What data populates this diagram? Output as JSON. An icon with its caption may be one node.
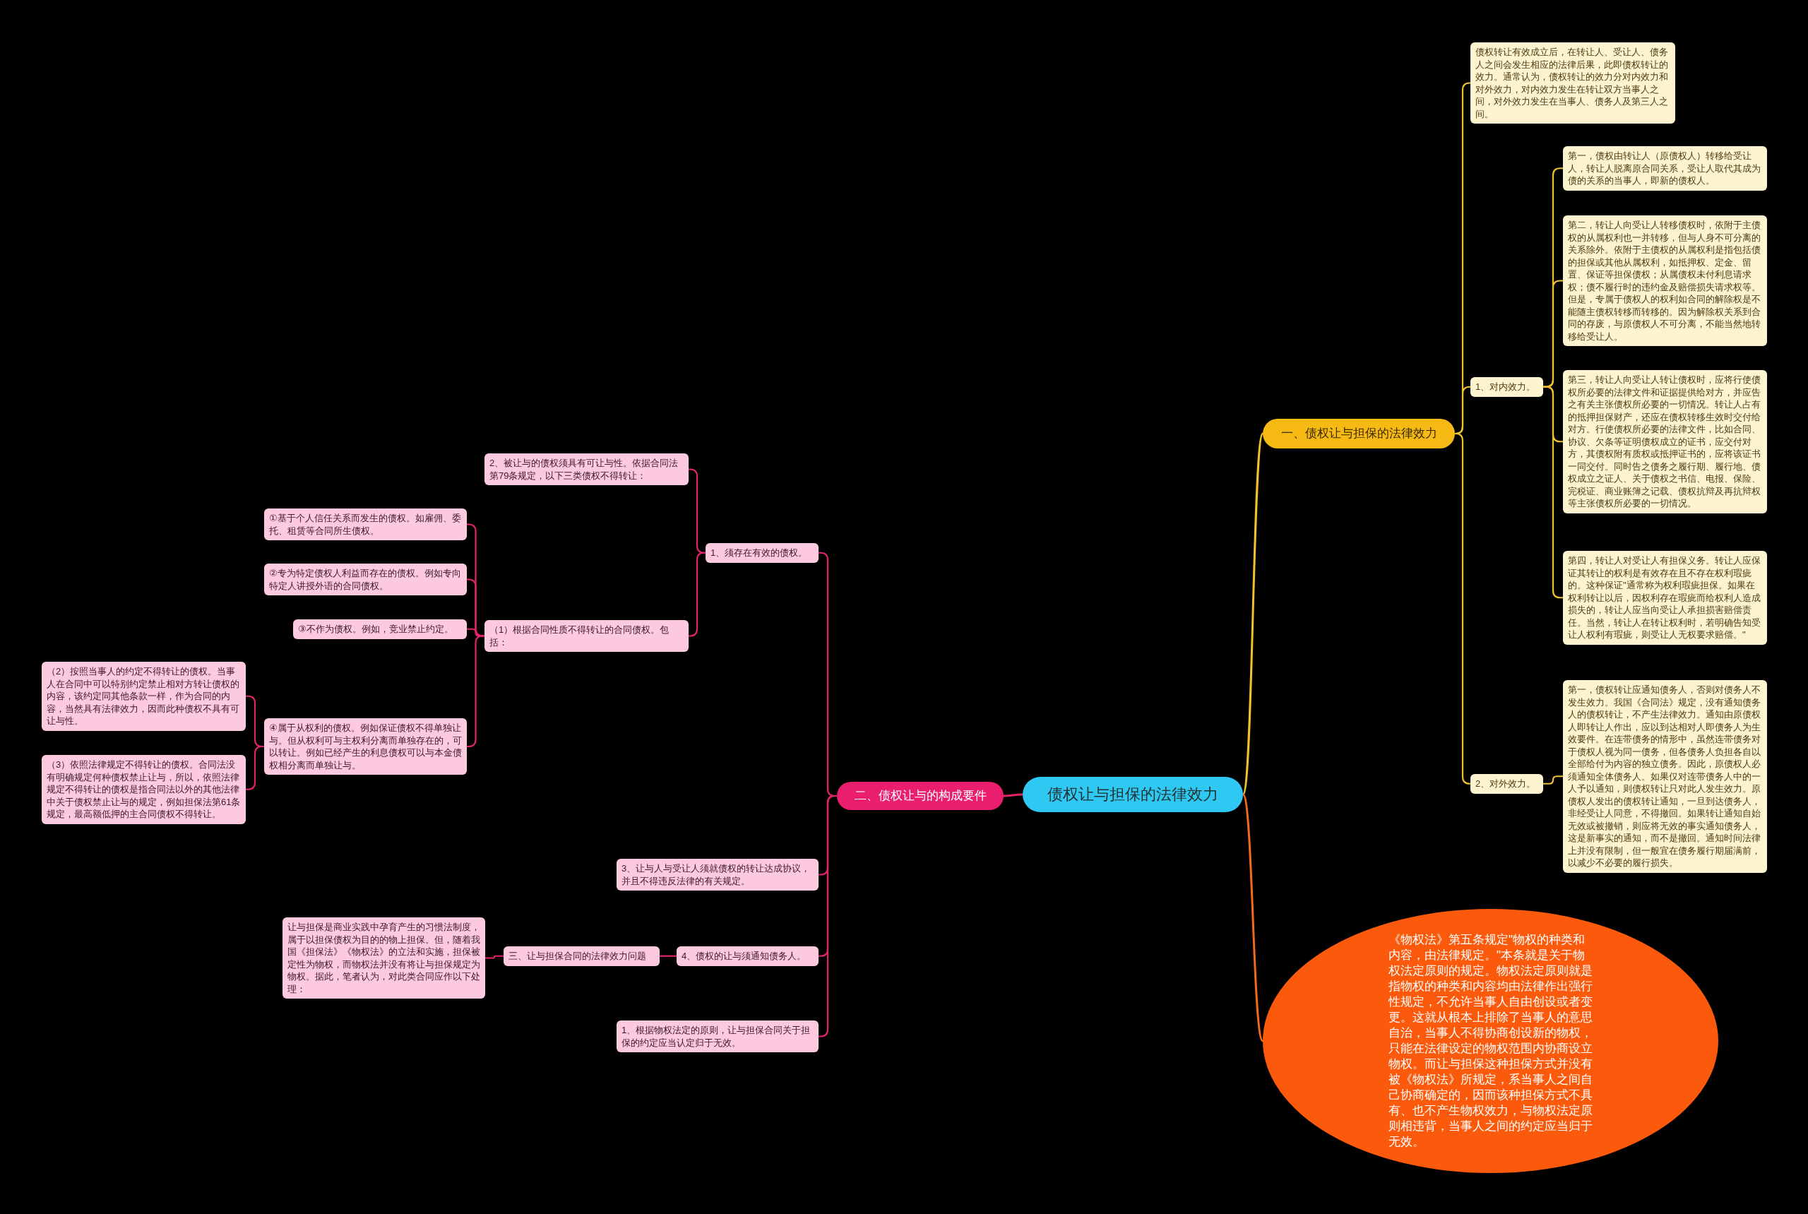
{
  "diagram": {
    "nodes": [
      {
        "text": [
          "债权让与担保的法律效力"
        ]
      },
      {
        "text": [
          "一、债权让与担保的法律效力"
        ]
      },
      {
        "text": [
          "债权转让有效成立后，在转让人、受让人、债务人之间会发生相应的法律后果，此即债权转让的效力。通常认为，债权转让的效力分对内效力和对外效力，对内效力发生在转让双方当事人之间，对外效力发生在当事人、债务人及第三人之间。"
        ]
      },
      {
        "text": [
          "1、对内效力。"
        ]
      },
      {
        "text": [
          "第一，债权由转让人（原债权人）转移给受让人，转让人脱离原合同关系，受让人取代其成为债的关系的当事人，即新的债权人。"
        ]
      },
      {
        "text": [
          "第二，转让人向受让人转移债权时，依附于主债权的从属权利也一并转移，但与人身不可分离的关系除外。依附于主债权的从属权利是指包括债的担保或其他从属权利，如抵押权、定金、留置、保证等担保债权；从属债权未付利息请求权；债不履行时的违约金及赔偿损失请求权等。但是，专属于债权人的权利如合同的解除权是不能随主债权转移而转移的。因为解除权关系到合同的存废，与原债权人不可分离，不能当然地转移给受让人。"
        ]
      },
      {
        "text": [
          "第三，转让人向受让人转让债权时，应将行使债权所必要的法律文件和证据提供给对方，并应告之有关主张债权所必要的一切情况。转让人占有的抵押担保财产，还应在债权转移生效时交付给对方。行使债权所必要的法律文件，比如合同、协议、欠条等证明债权成立的证书，应交付对方，其债权附有质权或抵押证书的，应将该证书一同交付。同时告之债务之履行期、履行地、债权成立之证人、关于债权之书信、电报、保险、完税证、商业账簿之记载、债权抗辩及再抗辩权等主张债权所必要的一切情况。"
        ]
      },
      {
        "text": [
          "第四，转让人对受让人有担保义务。转让人应保证其转让的权利是有效存在且不存在权利瑕疵的。这种保证\"通常称为权利瑕疵担保。如果在权利转让以后，因权利存在瑕疵而给权利人造成损失的，转让人应当向受让人承担损害赔偿责任。当然，转让人在转让权利时，若明确告知受让人权利有瑕疵，则受让人无权要求赔偿。\""
        ]
      },
      {
        "text": [
          "2、对外效力。"
        ]
      },
      {
        "text": [
          "第一，债权转让应通知债务人，否则对债务人不发生效力。我国《合同法》规定，没有通知债务人的债权转让，不产生法律效力。通知由原债权人即转让人作出，应以到达相对人即债务人为生效要件。在连带债务的情形中，虽然连带债务对于债权人视为同一债务，但各债务人负担各自以全部给付为内容的独立债务。因此，原债权人必须通知全体债务人。如果仅对连带债务人中的一人予以通知，则债权转让只对此人发生效力。原债权人发出的债权转让通知，一旦到达债务人，非经受让人同意，不得撤回。如果转让通知自始无效或被撤销，则应将无效的事实通知债务人，这是新事实的通知，而不是撤回。通知时间法律上并没有限制，但一般宜在债务履行期届满前，以减少不必要的履行损失。"
        ]
      },
      {
        "text": [
          "《物权法》第五条规定\"物权的种类和内容，由法律规定。\"本条就是关于物权法定原则的规定。物权法定原则就是指物权的种类和内容均由法律作出强行性规定，不允许当事人自由创设或者变更。这就从根本上排除了当事人的意思自治，当事人不得协商创设新的物权，只能在法律设定的物权范围内协商设立物权。而让与担保这种担保方式并没有被《物权法》所规定，系当事人之间自己协商确定的，因而该种担保方式不具有、也不产生物权效力，与物权法定原则相违背，当事人之间的约定应当归于无效。"
        ]
      },
      {
        "text": [
          "二、债权让与的构成要件"
        ]
      },
      {
        "text": [
          "1、须存在有效的债权。"
        ]
      },
      {
        "text": [
          "2、被让与的债权须具有可让与性。依据合同法第79条规定，以下三类债权不得转让："
        ]
      },
      {
        "text": [
          "（1）根据合同性质不得转让的合同债权。包括："
        ]
      },
      {
        "text": [
          "①基于个人信任关系而发生的债权。如雇佣、委托、租赁等合同所生债权。"
        ]
      },
      {
        "text": [
          "②专为特定债权人利益而存在的债权。例如专向特定人讲授外语的合同债权。"
        ]
      },
      {
        "text": [
          "③不作为债权。例如，竞业禁止约定。"
        ]
      },
      {
        "text": [
          "④属于从权利的债权。例如保证债权不得单独让与。但从权利可与主权利分离而单独存在的，可以转让。例如已经产生的利息债权可以与本金债权相分离而单独让与。"
        ]
      },
      {
        "text": [
          "（2）按照当事人的约定不得转让的债权。当事人在合同中可以特别约定禁止相对方转让债权的内容，该约定同其他条款一样，作为合同的内容，当然具有法律效力，因而此种债权不具有可让与性。"
        ]
      },
      {
        "text": [
          "（3）依照法律规定不得转让的债权。合同法没有明确规定何种债权禁止让与，所以，依照法律规定不得转让的债权是指合同法以外的其他法律中关于债权禁止让与的规定，例如担保法第61条规定，最高额低押的主合同债权不得转让。"
        ]
      },
      {
        "text": [
          "3、让与人与受让人须就债权的转让达成协议，并且不得违反法律的有关规定。"
        ]
      },
      {
        "text": [
          "4、债权的让与须通知债务人。"
        ]
      },
      {
        "text": [
          "三、让与担保合同的法律效力问题"
        ]
      },
      {
        "text": [
          "让与担保是商业实践中孕育产生的习惯法制度，属于以担保债权为目的的物上担保。但，随着我国《担保法》《物权法》的立法和实施，担保被定性为物权，而物权法并没有将让与担保规定为物权。据此，笔者认为，对此类合同应作以下处理："
        ]
      },
      {
        "text": [
          "1、根据物权法定的原则，让与担保合同关于担保的约定应当认定归于无效。"
        ]
      }
    ],
    "edges": [
      {
        "from": 0,
        "to": 1,
        "arrow": "none",
        "color": "#f2c12e"
      },
      {
        "from": 0,
        "to": 10,
        "arrow": "none",
        "color": "#f26a1b"
      },
      {
        "from": 0,
        "to": 11,
        "arrow": "none"
      },
      {
        "from": 1,
        "to": 2,
        "arrow": "none",
        "color": "#f2c12e"
      },
      {
        "from": 1,
        "to": 3,
        "arrow": "none",
        "color": "#f2c12e"
      },
      {
        "from": 1,
        "to": 8,
        "arrow": "none",
        "color": "#f2c12e"
      },
      {
        "from": 3,
        "to": 4,
        "arrow": "none",
        "color": "#f2c12e"
      },
      {
        "from": 3,
        "to": 5,
        "arrow": "none",
        "color": "#f2c12e"
      },
      {
        "from": 3,
        "to": 6,
        "arrow": "none",
        "color": "#f2c12e"
      },
      {
        "from": 3,
        "to": 7,
        "arrow": "none",
        "color": "#f2c12e"
      },
      {
        "from": 8,
        "to": 9,
        "arrow": "none",
        "color": "#f2c12e"
      },
      {
        "from": 11,
        "to": 12,
        "arrow": "none"
      },
      {
        "from": 11,
        "to": 21,
        "arrow": "none"
      },
      {
        "from": 11,
        "to": 22,
        "arrow": "none"
      },
      {
        "from": 11,
        "to": 25,
        "arrow": "none"
      },
      {
        "from": 12,
        "to": 13,
        "arrow": "none"
      },
      {
        "from": 12,
        "to": 14,
        "arrow": "none"
      },
      {
        "from": 14,
        "to": 15,
        "arrow": "none"
      },
      {
        "from": 14,
        "to": 16,
        "arrow": "none"
      },
      {
        "from": 14,
        "to": 17,
        "arrow": "none"
      },
      {
        "from": 14,
        "to": 18,
        "arrow": "none"
      },
      {
        "from": 18,
        "to": 19,
        "arrow": "none"
      },
      {
        "from": 18,
        "to": 20,
        "arrow": "none"
      },
      {
        "from": 22,
        "to": 23,
        "arrow": "none"
      },
      {
        "from": 23,
        "to": 24,
        "arrow": "none"
      }
    ]
  }
}
